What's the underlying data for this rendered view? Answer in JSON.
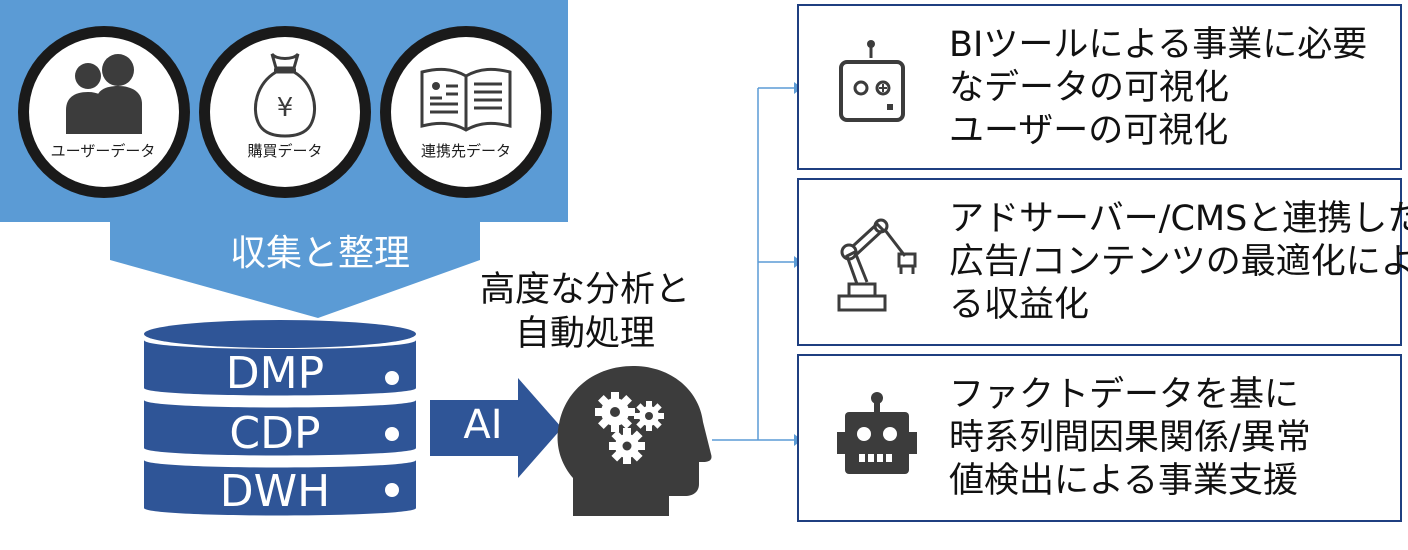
{
  "colors": {
    "light_blue": "#5b9bd5",
    "dark_blue": "#2f5597",
    "card_border": "#1f3f80",
    "icon_gray": "#3c3c3c"
  },
  "sources": [
    {
      "label": "ユーザーデータ",
      "icon": "users-icon"
    },
    {
      "label": "購買データ",
      "icon": "money-bag-icon"
    },
    {
      "label": "連携先データ",
      "icon": "book-icon"
    }
  ],
  "collect_label": "収集と整理",
  "database": {
    "layers": [
      "DMP",
      "CDP",
      "DWH"
    ]
  },
  "ai_label": "AI",
  "analysis_label": {
    "line1": "高度な分析と",
    "line2": "自動処理"
  },
  "outcomes": [
    {
      "icon": "remote-control-icon",
      "lines": [
        "BIツールによる事業に必要",
        "なデータの可視化",
        "ユーザーの可視化"
      ]
    },
    {
      "icon": "robot-arm-icon",
      "lines": [
        "アドサーバー/CMSと連携した",
        "広告/コンテンツの最適化によ",
        "る収益化"
      ]
    },
    {
      "icon": "robot-head-icon",
      "lines": [
        "ファクトデータを基に",
        "時系列間因果関係/異常",
        "値検出による事業支援"
      ]
    }
  ]
}
